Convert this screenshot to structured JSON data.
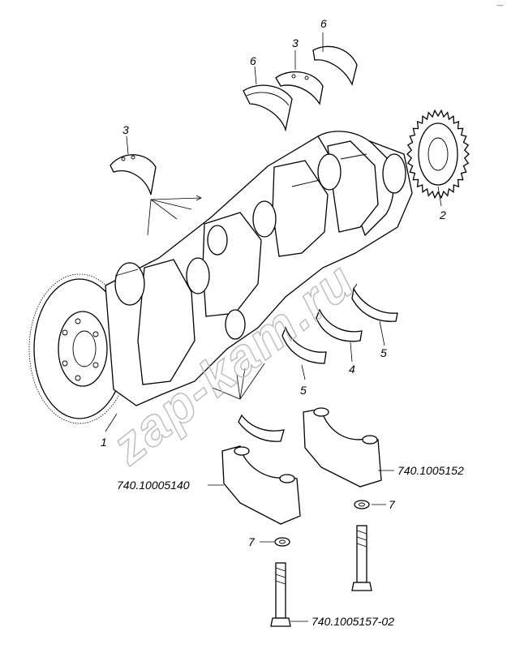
{
  "watermark": "zap-kam.ru",
  "corner_mark": "—",
  "labels": {
    "part_1": "1",
    "part_2": "2",
    "part_3_top": "3",
    "part_3_left": "3",
    "part_4": "4",
    "part_5_right": "5",
    "part_5_left": "5",
    "part_6_left": "6",
    "part_6_top": "6",
    "part_7_right": "7",
    "part_7_left": "7"
  },
  "part_codes": {
    "cap_left": "740.10005140",
    "cap_right": "740.1005152",
    "bolt": "740.1005157-02"
  }
}
